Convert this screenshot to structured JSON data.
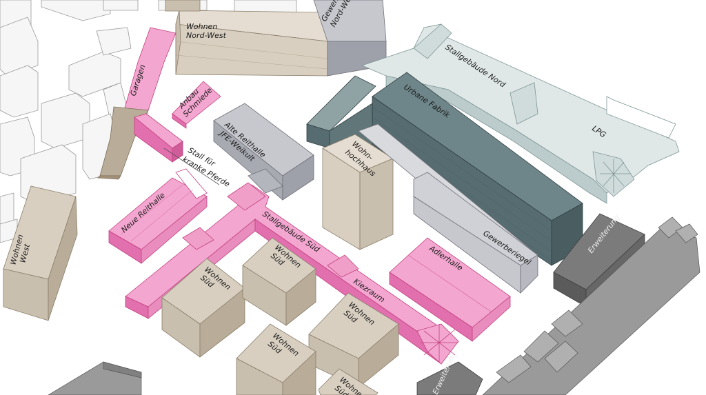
{
  "labels": {
    "wohnen_nord_west": [
      "Wohnen",
      "Nord-West"
    ],
    "gewerbe_nord_west": [
      "Gewerbe",
      "Nord-West"
    ],
    "stallgebaeude_nord": "Stallgebäude Nord",
    "urbane_fabrik": "Urbane Fabrik",
    "lpg": "LPG",
    "garagen": "Garagen",
    "anbau_schmiede": [
      "Anbau",
      "Schmiede"
    ],
    "alte_reithalle": [
      "Alte Reithalle",
      "JFE-Weikult"
    ],
    "stall_kranke_pferde": [
      "Stall für",
      "kranke Pferde"
    ],
    "wohnhochhaus": [
      "Wohn-",
      "hochhaus"
    ],
    "gewerberiegel": "Gewerberiegel",
    "neue_reithalle": "Neue Reithalle",
    "stallgebaeude_sued": "Stallgebäude Süd",
    "wohnen_west": [
      "Wohnen",
      "West"
    ],
    "wohnen_sued_1": [
      "Wohnen",
      "Süd"
    ],
    "wohnen_sued_2": [
      "Wohnen",
      "Süd"
    ],
    "wohnen_sued_3": [
      "Wohnen",
      "Süd"
    ],
    "wohnen_sued_4": [
      "Wohnen",
      "Süd"
    ],
    "wohnen_sued_5": [
      "Wohnen",
      "Süd"
    ],
    "kiezraum": "Kiezraum",
    "adlerhalle": "Adlerhalle",
    "erweiterung_1": "Erweiterung",
    "erweiterung_2": "Erweiterung"
  },
  "colors": {
    "background": "#ffffff",
    "pink_top": "#f3a6cf",
    "pink_side": "#e26fae",
    "pink_stroke": "#c2407f",
    "beige_top": "#d8cfc1",
    "beige_side": "#b9ad99",
    "beige_stroke": "#8a7e6b",
    "brown_side": "#a4927a",
    "grey_top": "#c7c8ce",
    "grey_side": "#9fa1aa",
    "mint_top": "#dfe8e7",
    "mint_side": "#bccccc",
    "mint_stroke": "#7d9594",
    "teal_top": "#6e8589",
    "teal_side": "#566c70",
    "teal_stroke": "#2f3f42",
    "darkgrey_top": "#7a7b7a",
    "darkgrey_side": "#5a5b5a",
    "context_fill": "#f6f6f6",
    "context_stroke": "#9a9a9a"
  }
}
